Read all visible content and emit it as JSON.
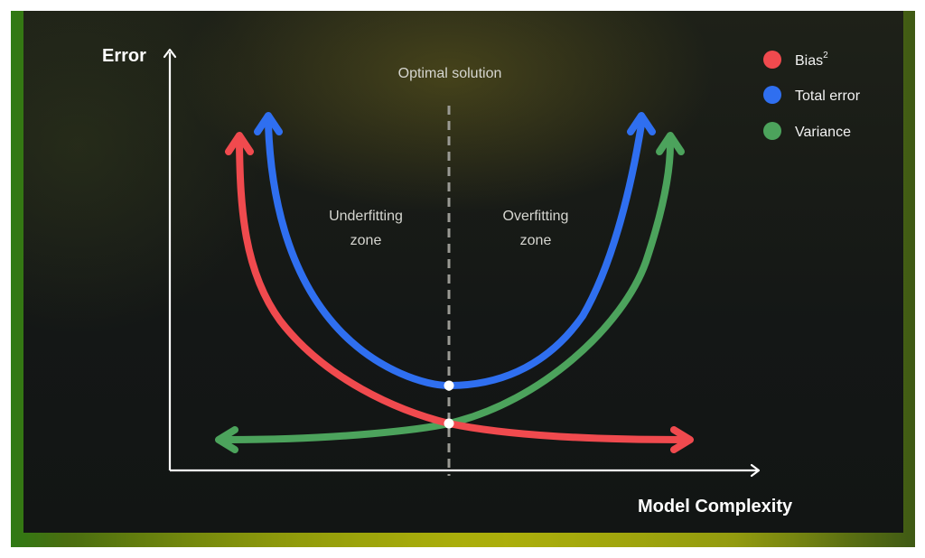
{
  "axes": {
    "y_title": "Error",
    "x_title": "Model Complexity"
  },
  "annotations": {
    "optimal_label": "Optimal solution",
    "underfitting_line1": "Underfitting",
    "underfitting_line2": "zone",
    "overfitting_line1": "Overfitting",
    "overfitting_line2": "zone"
  },
  "legend": {
    "bias": {
      "label": "Bias",
      "sup": "2",
      "color": "#f04a4e"
    },
    "total": {
      "label": "Total error",
      "color": "#2f6ff0"
    },
    "variance": {
      "label": "Variance",
      "color": "#4ca35c"
    }
  },
  "colors": {
    "bias": "#f04a4e",
    "total": "#2f6ff0",
    "variance": "#4ca35c",
    "optimal_line": "#9a9a94",
    "point": "#ffffff"
  }
}
